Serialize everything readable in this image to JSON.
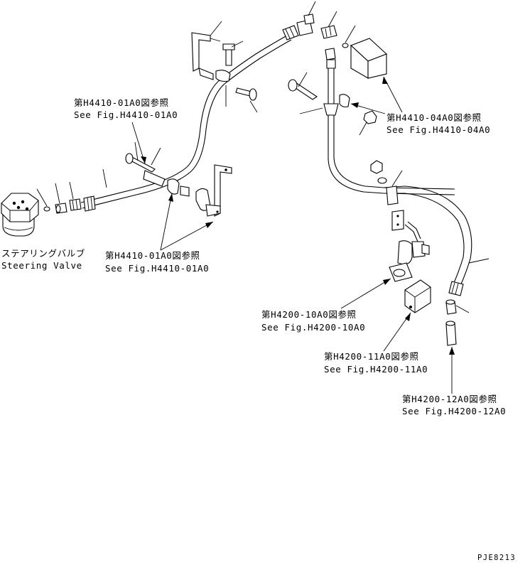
{
  "references": [
    {
      "id": "ref_4410_01_top",
      "jp": "第H4410-01A0図参照",
      "en": "See Fig.H4410-01A0"
    },
    {
      "id": "ref_4410_04",
      "jp": "第H4410-04A0図参照",
      "en": "See Fig.H4410-04A0"
    },
    {
      "id": "ref_4410_01_bottom",
      "jp": "第H4410-01A0図参照",
      "en": "See Fig.H4410-01A0"
    },
    {
      "id": "ref_4200_10",
      "jp": "第H4200-10A0図参照",
      "en": "See Fig.H4200-10A0"
    },
    {
      "id": "ref_4200_11",
      "jp": "第H4200-11A0図参照",
      "en": "See Fig.H4200-11A0"
    },
    {
      "id": "ref_4200_12",
      "jp": "第H4200-12A0図参照",
      "en": "See Fig.H4200-12A0"
    }
  ],
  "steering_valve": {
    "jp": "ステアリングバルブ",
    "en": "Steering Valve"
  },
  "drawing_number": "PJE8213"
}
